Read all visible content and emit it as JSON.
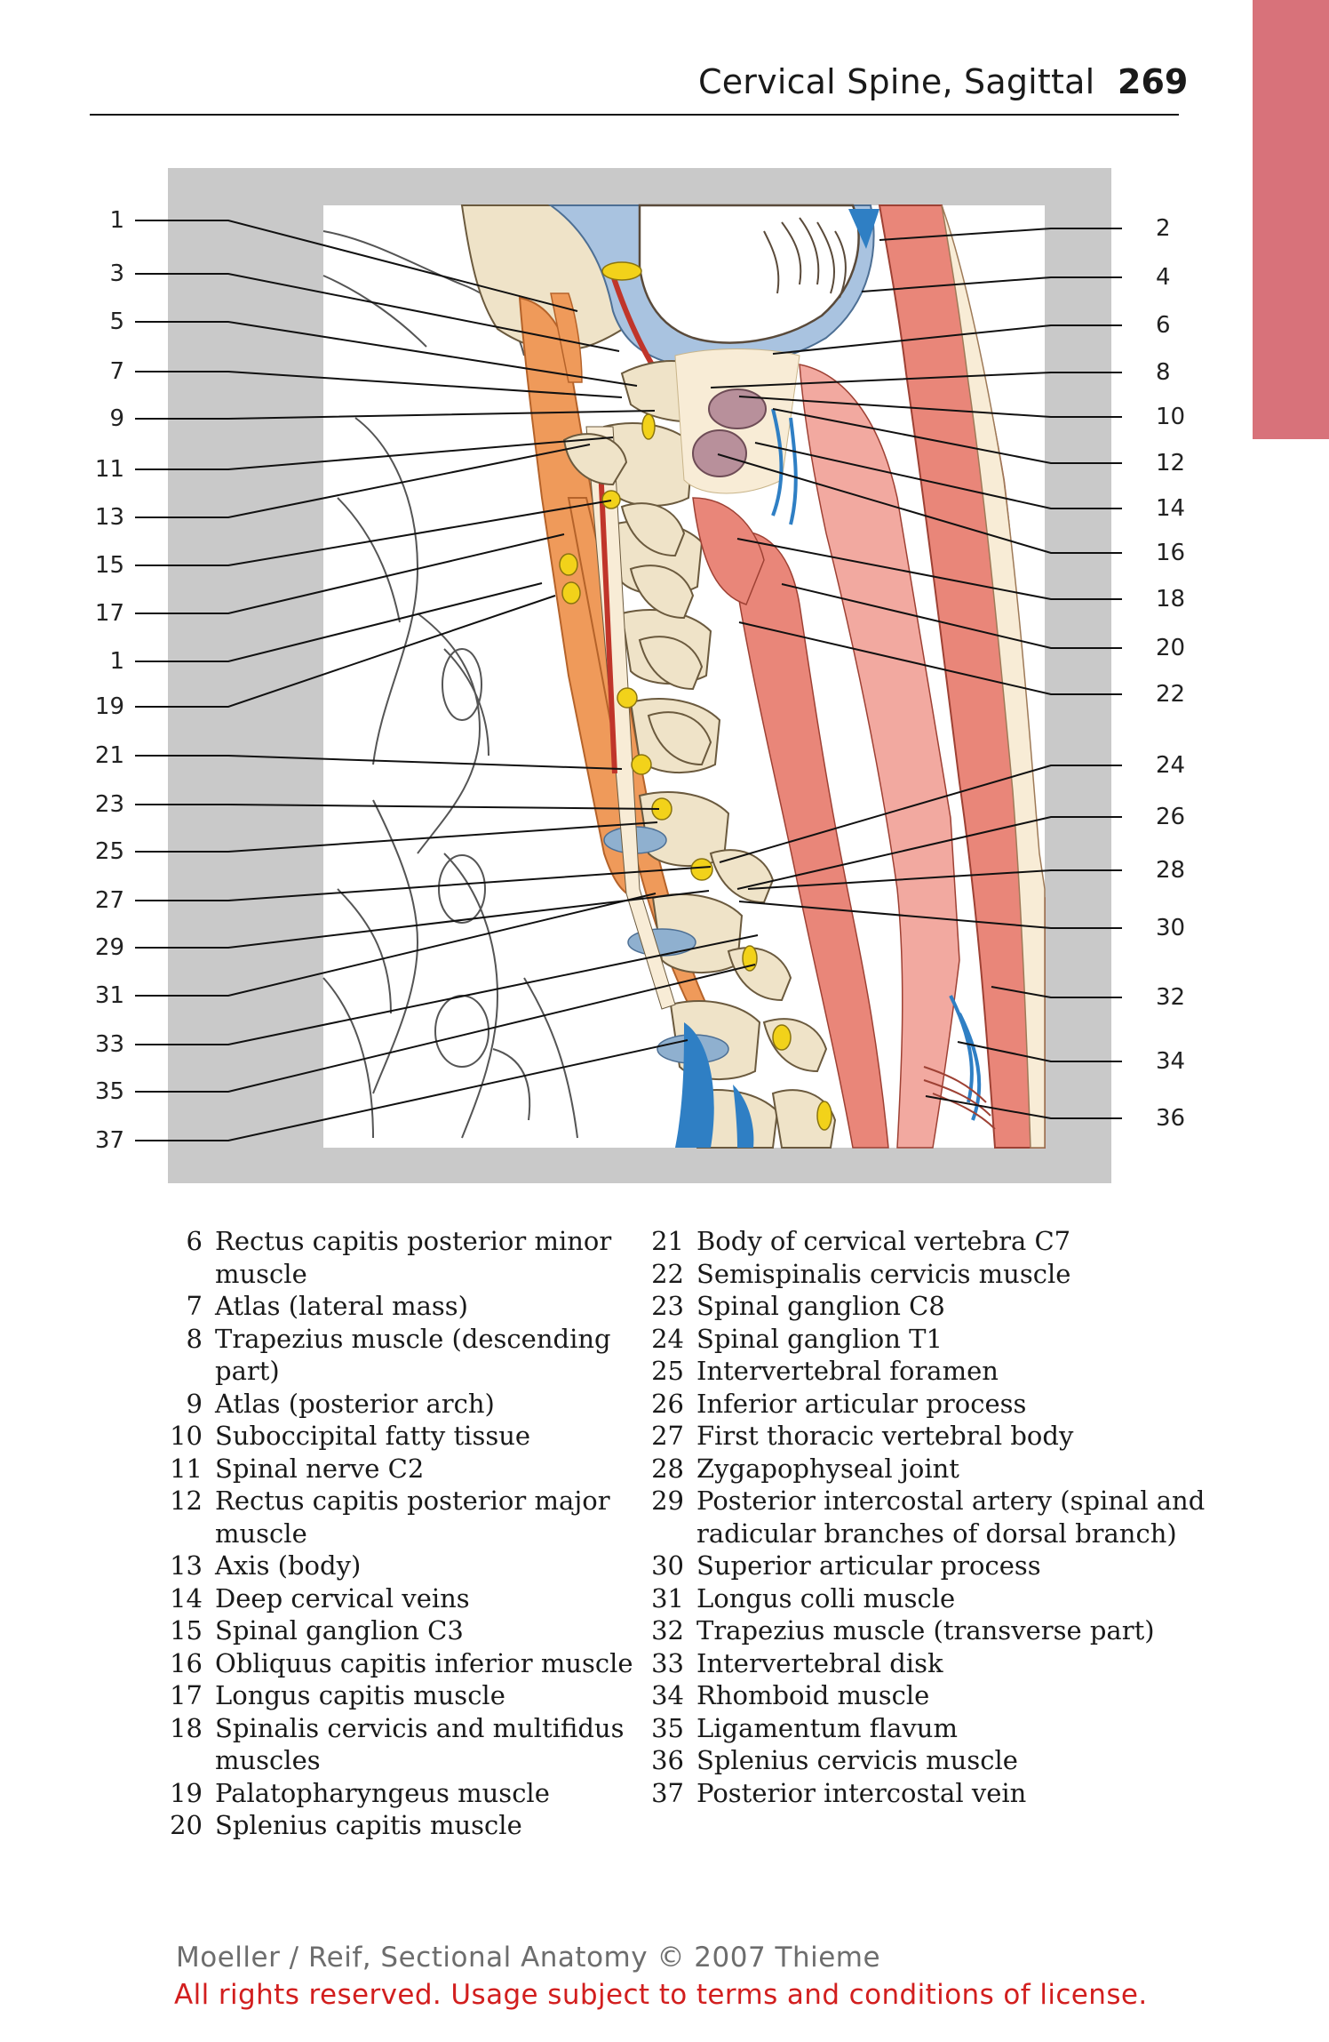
{
  "header": {
    "running_title": "Cervical Spine, Sagittal",
    "page_number": "269"
  },
  "figure": {
    "left_callouts": [
      "1",
      "3",
      "5",
      "7",
      "9",
      "11",
      "13",
      "15",
      "17",
      "1",
      "19",
      "21",
      "23",
      "25",
      "27",
      "29",
      "31",
      "33",
      "35",
      "37"
    ],
    "right_callouts": [
      "2",
      "4",
      "6",
      "8",
      "10",
      "12",
      "14",
      "16",
      "18",
      "20",
      "22",
      "24",
      "26",
      "28",
      "30",
      "32",
      "34",
      "36"
    ],
    "colors": {
      "panel": "#c9c9c9",
      "muscle_orange": "#ef9a5a",
      "muscle_pink": "#e98679",
      "bone": "#efe3c8",
      "fat": "#f8ecd6",
      "csf_blue": "#a9c3e0",
      "vein_blue": "#2f7fc4",
      "disk_blue": "#8fb0cf",
      "artery_red": "#c0352a",
      "ganglion_yellow": "#f2d21a",
      "cerebellum_outline": "#5a4a3a"
    }
  },
  "legend": {
    "left_column": [
      {
        "num": "6",
        "text": "Rectus capitis posterior minor muscle"
      },
      {
        "num": "7",
        "text": "Atlas (lateral mass)"
      },
      {
        "num": "8",
        "text": "Trapezius muscle (descending part)"
      },
      {
        "num": "9",
        "text": "Atlas (posterior arch)"
      },
      {
        "num": "10",
        "text": "Suboccipital fatty tissue"
      },
      {
        "num": "11",
        "text": "Spinal nerve C2"
      },
      {
        "num": "12",
        "text": "Rectus capitis posterior major muscle"
      },
      {
        "num": "13",
        "text": "Axis (body)"
      },
      {
        "num": "14",
        "text": "Deep cervical veins"
      },
      {
        "num": "15",
        "text": "Spinal ganglion C3"
      },
      {
        "num": "16",
        "text": "Obliquus capitis inferior muscle"
      },
      {
        "num": "17",
        "text": "Longus capitis muscle"
      },
      {
        "num": "18",
        "text": "Spinalis cervicis and multifidus muscles"
      },
      {
        "num": "19",
        "text": "Palatopharyngeus muscle"
      },
      {
        "num": "20",
        "text": "Splenius capitis muscle"
      }
    ],
    "right_column": [
      {
        "num": "21",
        "text": "Body of cervical vertebra C7"
      },
      {
        "num": "22",
        "text": "Semispinalis cervicis muscle"
      },
      {
        "num": "23",
        "text": "Spinal ganglion C8"
      },
      {
        "num": "24",
        "text": "Spinal ganglion T1"
      },
      {
        "num": "25",
        "text": "Intervertebral foramen"
      },
      {
        "num": "26",
        "text": "Inferior articular process"
      },
      {
        "num": "27",
        "text": "First thoracic vertebral body"
      },
      {
        "num": "28",
        "text": "Zygapophyseal joint"
      },
      {
        "num": "29",
        "text": "Posterior intercostal artery (spinal and radicular branches of dorsal branch)"
      },
      {
        "num": "30",
        "text": "Superior articular process"
      },
      {
        "num": "31",
        "text": "Longus colli muscle"
      },
      {
        "num": "32",
        "text": "Trapezius muscle (transverse part)"
      },
      {
        "num": "33",
        "text": "Intervertebral disk"
      },
      {
        "num": "34",
        "text": "Rhomboid muscle"
      },
      {
        "num": "35",
        "text": "Ligamentum flavum"
      },
      {
        "num": "36",
        "text": "Splenius cervicis muscle"
      },
      {
        "num": "37",
        "text": "Posterior intercostal vein"
      }
    ]
  },
  "footer": {
    "credit": "Moeller / Reif, Sectional Anatomy © 2007 Thieme",
    "license": "All rights reserved. Usage subject to terms and conditions of license."
  }
}
